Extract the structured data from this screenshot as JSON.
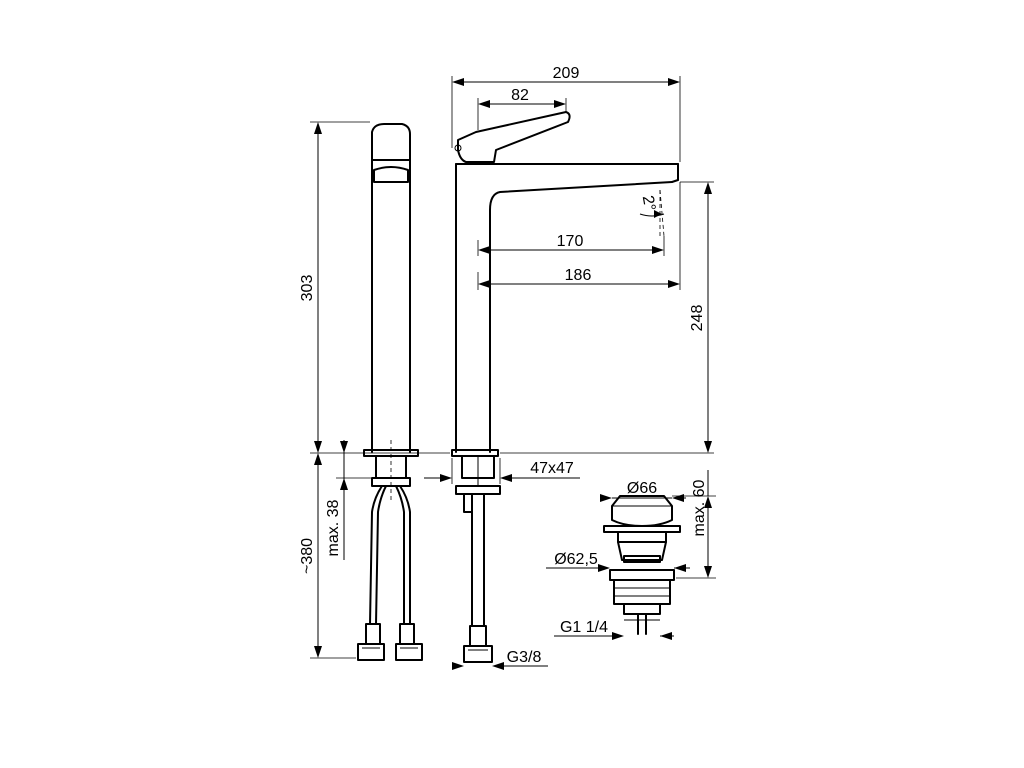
{
  "dimensions": {
    "total_length": "209",
    "lever_length": "82",
    "spout_reach_inner": "170",
    "spout_reach_outer": "186",
    "spout_height": "248",
    "total_height": "303",
    "spout_angle": "2°",
    "base_size": "47x47",
    "max_deck_thickness": "max. 38",
    "hose_length": "~380",
    "hose_thread": "G3/8",
    "waste_cap_diameter": "Ø66",
    "waste_max_height": "max. 60",
    "waste_body_diameter": "Ø62,5",
    "waste_thread": "G1 1/4"
  }
}
